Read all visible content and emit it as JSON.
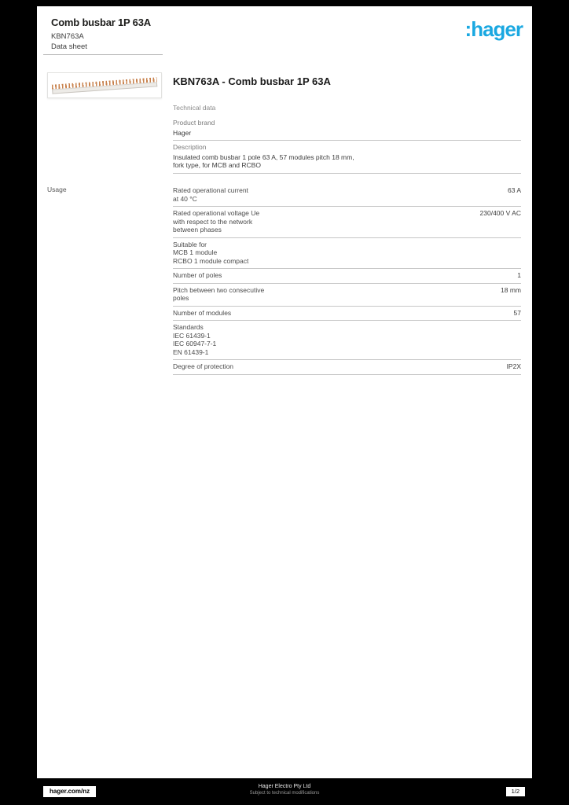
{
  "header": {
    "title": "Comb busbar 1P 63A",
    "reference": "KBN763A",
    "doc_type": "Data sheet",
    "logo_text": ":hager",
    "brand_color": "#1aa8e1"
  },
  "product": {
    "title": "KBN763A - Comb busbar 1P 63A",
    "section_label": "Technical data"
  },
  "general": {
    "rows": [
      {
        "label": "Product brand",
        "value": "Hager"
      },
      {
        "label": "Description",
        "value": "Insulated comb busbar 1 pole 63 A, 57 modules pitch 18 mm,\nfork type, for MCB and RCBO"
      }
    ]
  },
  "technical": {
    "side_label": "Usage",
    "rows": [
      {
        "label": "Rated operational current\nat 40 °C",
        "value": "63 A"
      },
      {
        "label": "Rated operational voltage Ue\nwith respect to the network\nbetween phases",
        "value": "230/400 V AC"
      },
      {
        "label": "Suitable for\nMCB 1 module\nRCBO 1 module compact",
        "value": ""
      },
      {
        "label": "Number of poles",
        "value": "1"
      },
      {
        "label": "Pitch between two consecutive\npoles",
        "value": "18 mm"
      },
      {
        "label": "Number of modules",
        "value": "57"
      },
      {
        "label": "Standards\nIEC 61439-1\nIEC 60947-7-1\nEN 61439-1",
        "value": ""
      },
      {
        "label": "Degree of protection",
        "value": "IP2X"
      }
    ]
  },
  "footer": {
    "website": "hager.com/nz",
    "company": "Hager Electro Pty Ltd",
    "note": "Subject to technical modifications",
    "page": "1/2"
  }
}
